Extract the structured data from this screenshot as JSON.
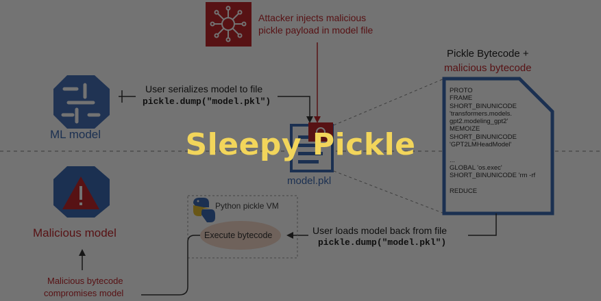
{
  "headline": "Sleepy Pickle",
  "colors": {
    "accent": "#f2d55b",
    "attack_red": "#c0282e",
    "brain_blue": "#3d6ab4",
    "overlay": "rgba(0,0,0,0.55)"
  },
  "icons": {
    "brain": "brain-network-icon",
    "warning": "warning-icon",
    "attacker": "network-hub-icon",
    "file": "file-icon",
    "python": "python-logo-icon"
  },
  "diagram": {
    "attacker_label": [
      "Attacker injects malicious",
      "pickle payload in model file"
    ],
    "ml_model_label": "ML model",
    "serialize_label": "User serializes model to file",
    "serialize_code": "pickle.dump(\"model.pkl\")",
    "bytecode_title": "Pickle Bytecode +",
    "bytecode_subtitle": "malicious bytecode",
    "bytecode_lines": [
      "PROTO",
      "FRAME",
      "SHORT_BINUNICODE",
      "'transformers.models.",
      "gpt2.modeling_gpt2'",
      "MEMOIZE",
      "SHORT_BINUNICODE",
      "'GPT2LMHeadModel'",
      "",
      "...",
      "GLOBAL 'os.exec'",
      "SHORT_BINUNICODE 'rm -rf",
      "",
      "REDUCE"
    ],
    "model_file_label": "model.pkl",
    "vm_label": "Python pickle VM",
    "execute_label": "Execute bytecode",
    "load_label": "User loads model back from file",
    "load_code": "pickle.dump(\"model.pkl\")",
    "malicious_model_label": "Malicious model",
    "compromise_label": [
      "Malicious bytecode",
      "compromises model"
    ]
  }
}
